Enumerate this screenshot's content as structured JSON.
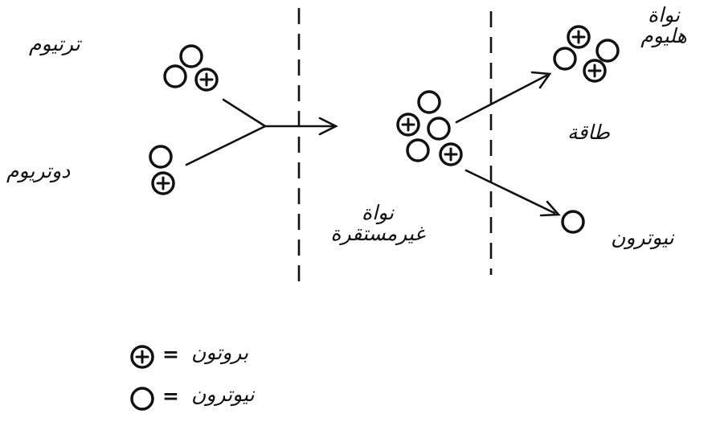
{
  "labels": {
    "tritium": "ترتيوم",
    "deuterium": "دوتريوم",
    "unstable_nucleus_line1": "نواة",
    "unstable_nucleus_line2": "غيرمستقرة",
    "helium_nucleus_line1": "نواة",
    "helium_nucleus_line2": "هليوم",
    "energy": "طاقة",
    "neutron": "نيوترون"
  },
  "legend": {
    "proton_label": "بروتون",
    "neutron_label": "نيوترون",
    "equals": "="
  },
  "colors": {
    "ink": "#111111",
    "background": "#ffffff"
  }
}
